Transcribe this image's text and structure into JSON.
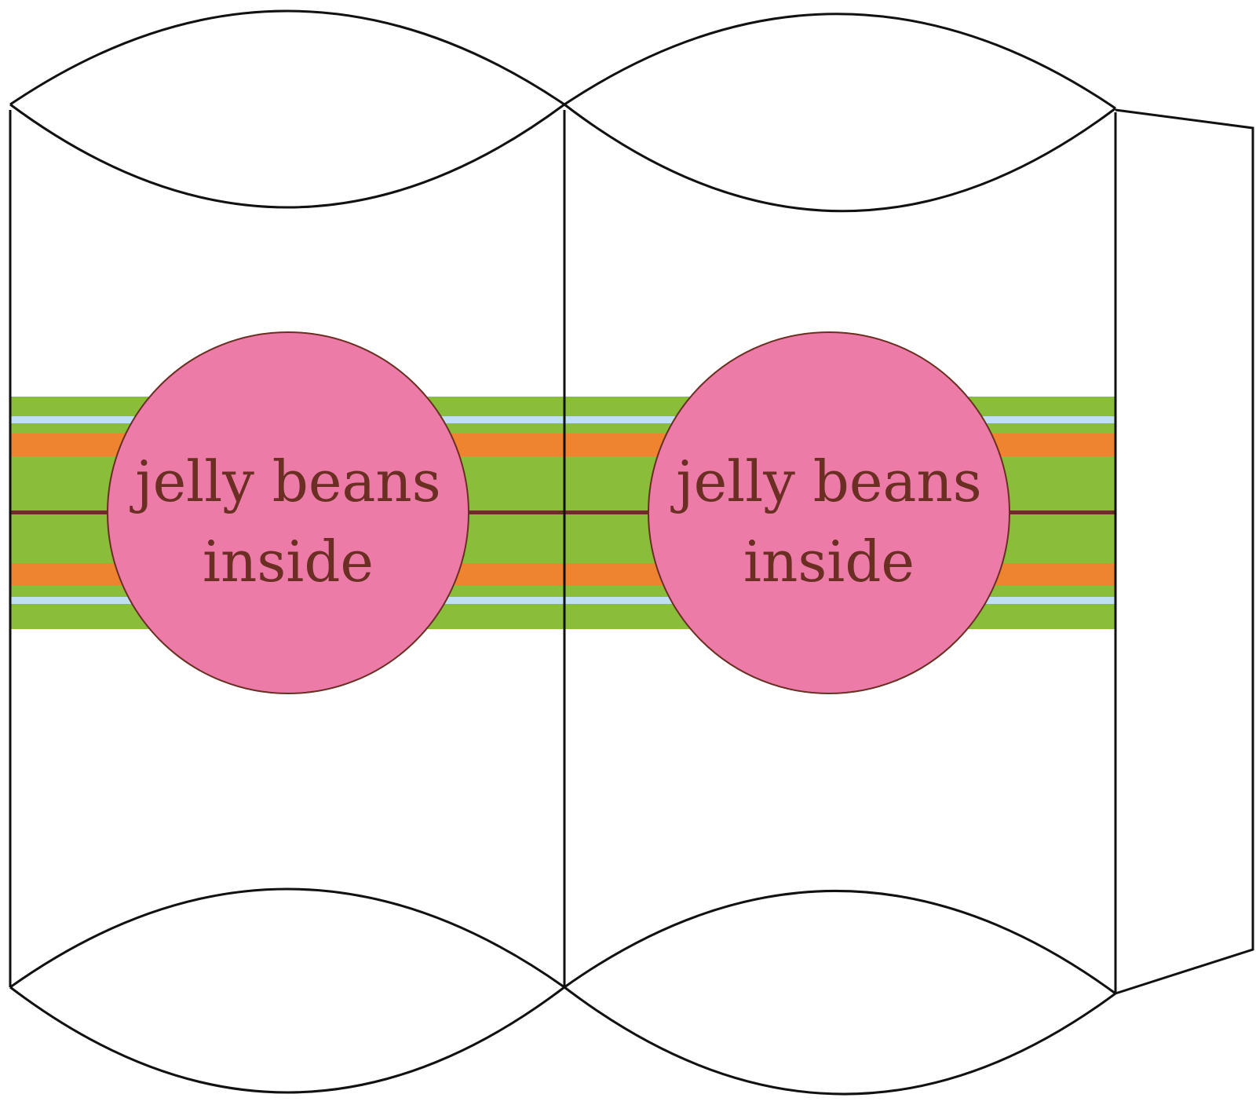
{
  "labels": [
    {
      "line1": "jelly beans",
      "line2": "inside"
    },
    {
      "line1": "jelly beans",
      "line2": "inside"
    }
  ],
  "colors": {
    "band_green": "#8abd3a",
    "stripe_orange": "#ee8330",
    "stripe_blue": "#bfe0ee",
    "line_brown": "#6b2e23",
    "circle_pink": "#ec7ba8",
    "outline": "#111111"
  }
}
